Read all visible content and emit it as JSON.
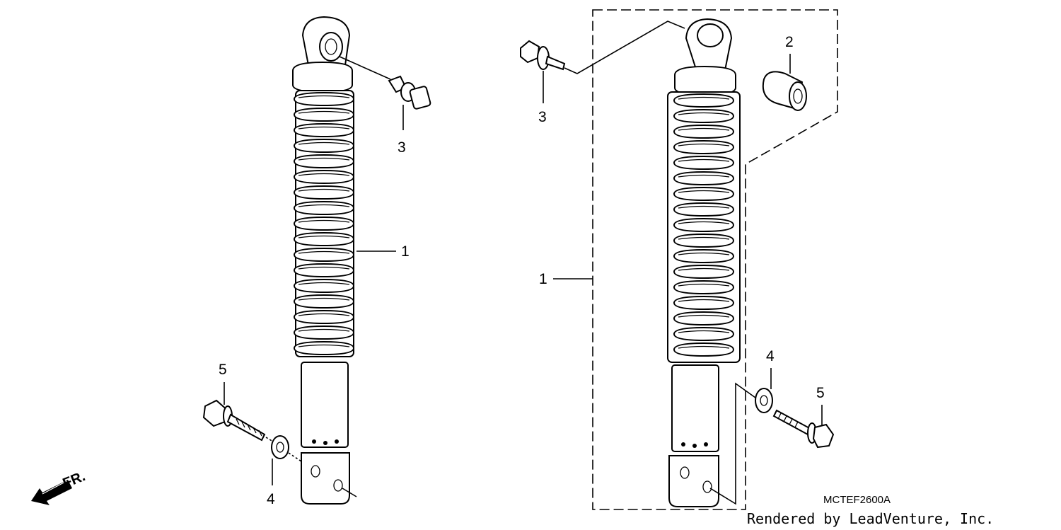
{
  "diagram": {
    "callouts_left": {
      "shock": "1",
      "bolt_top": "3",
      "bolt_bottom": "5",
      "washer": "4"
    },
    "callouts_right": {
      "shock": "1",
      "bushing": "2",
      "bolt_top": "3",
      "washer": "4",
      "bolt_bottom": "5"
    },
    "direction_label": "FR.",
    "drawing_code": "MCTEF2600A",
    "credit": "Rendered by LeadVenture, Inc."
  },
  "icons": {
    "direction": "front-direction-arrow-icon"
  }
}
